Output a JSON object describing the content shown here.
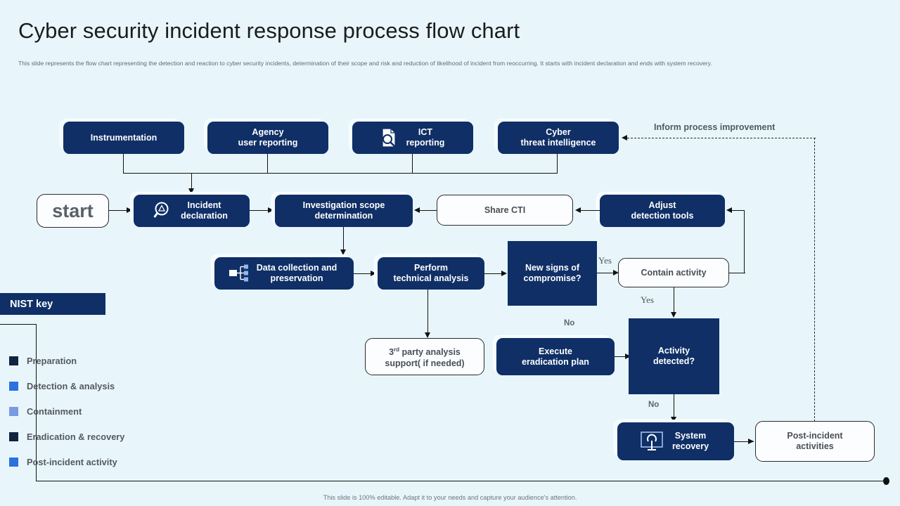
{
  "header": {
    "title": "Cyber security incident response process flow chart",
    "subtitle": "This slide represents the flow chart representing the detection and reaction to cyber security incidents, determination of their scope and risk and reduction of likelihood of incident from reoccurring. It starts with incident declaration and ends with system recovery."
  },
  "colors": {
    "background": "#e8f6fc",
    "dark_node": "#0f2f66",
    "light_node": "#fbfdfe",
    "line": "#111111",
    "title_text": "#1c1c1c",
    "body_text": "#5f6b74"
  },
  "flow": {
    "start_label": "start",
    "nodes": {
      "instrumentation": "Instrumentation",
      "agency_user_reporting": "Agency\nuser reporting",
      "agency_line1": "Agency",
      "agency_line2": "user reporting",
      "ict_line1": "ICT",
      "ict_line2": "reporting",
      "cti_line1": "Cyber",
      "cti_line2": "threat intelligence",
      "incident_line1": "Incident",
      "incident_line2": "declaration",
      "investigation_line1": "Investigation scope",
      "investigation_line2": "determination",
      "share_cti": "Share CTI",
      "adjust_line1": "Adjust",
      "adjust_line2": "detection tools",
      "data_collection_line1": "Data collection and",
      "data_collection_line2": "preservation",
      "perform_line1": "Perform",
      "perform_line2": "technical analysis",
      "new_signs_line1": "New signs  of",
      "new_signs_line2": "compromise?",
      "contain_activity": "Contain activity",
      "third_party_line1_pre": "3",
      "third_party_line1_sup": "rd",
      "third_party_line1_post": " party  analysis",
      "third_party_line2": "support(  if needed)",
      "execute_line1": "Execute",
      "execute_line2": "eradication plan",
      "activity_line1": "Activity",
      "activity_line2": "detected?",
      "system_line1": "System",
      "system_line2": "recovery",
      "post_incident_line1": "Post-incident",
      "post_incident_line2": "activities"
    },
    "edge_labels": {
      "yes_compromise": "Yes",
      "yes_contain": "Yes",
      "no_execute": "No",
      "no_activity": "No"
    },
    "feedback_label": "Inform process  improvement"
  },
  "legend": {
    "heading": "NIST key",
    "items": [
      {
        "label": "Preparation",
        "color": "#10233f"
      },
      {
        "label": "Detection & analysis",
        "color": "#2a72e0"
      },
      {
        "label": "Containment",
        "color": "#7a9ae0"
      },
      {
        "label": "Eradication & recovery",
        "color": "#10233f"
      },
      {
        "label": "Post-incident activity",
        "color": "#2a72e0"
      }
    ]
  },
  "footer": {
    "note": "This slide is 100% editable. Adapt it to your needs and capture your audience's attention."
  }
}
